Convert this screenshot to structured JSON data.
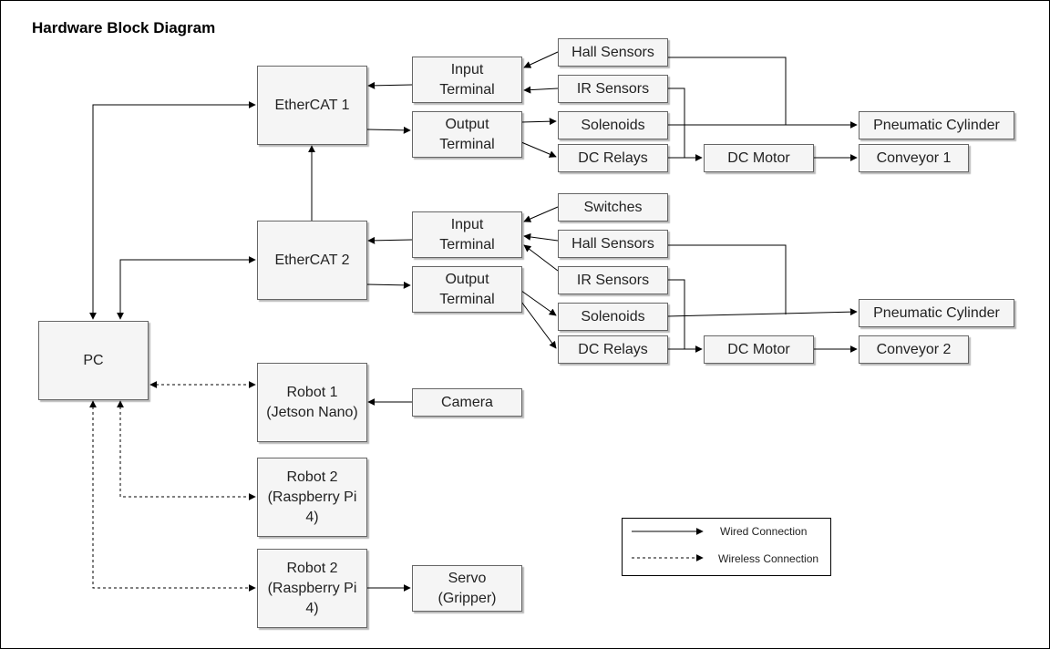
{
  "title": "Hardware Block Diagram",
  "blocks": {
    "ethercat1": "EtherCAT 1",
    "ethercat2": "EtherCAT 2",
    "pc": "PC",
    "input_terminal_1": "Input\nTerminal",
    "output_terminal_1": "Output\nTerminal",
    "input_terminal_2": "Input\nTerminal",
    "output_terminal_2": "Output\nTerminal",
    "hall_sensors_1": "Hall Sensors",
    "ir_sensors_1": "IR Sensors",
    "solenoids_1": "Solenoids",
    "dc_relays_1": "DC Relays",
    "dc_motor_1": "DC Motor",
    "pneumatic_cylinder_1": "Pneumatic Cylinder",
    "conveyor_1": "Conveyor 1",
    "switches": "Switches",
    "hall_sensors_2": "Hall Sensors",
    "ir_sensors_2": "IR Sensors",
    "solenoids_2": "Solenoids",
    "dc_relays_2": "DC Relays",
    "dc_motor_2": "DC Motor",
    "pneumatic_cylinder_2": "Pneumatic Cylinder",
    "conveyor_2": "Conveyor 2",
    "robot1": "Robot 1\n(Jetson Nano)",
    "camera": "Camera",
    "robot2a": "Robot 2\n(Raspberry Pi\n4)",
    "robot2b": "Robot 2\n(Raspberry Pi\n4)",
    "servo": "Servo\n(Gripper)"
  },
  "legend": {
    "wired": "Wired Connection",
    "wireless": "Wireless Connection"
  }
}
